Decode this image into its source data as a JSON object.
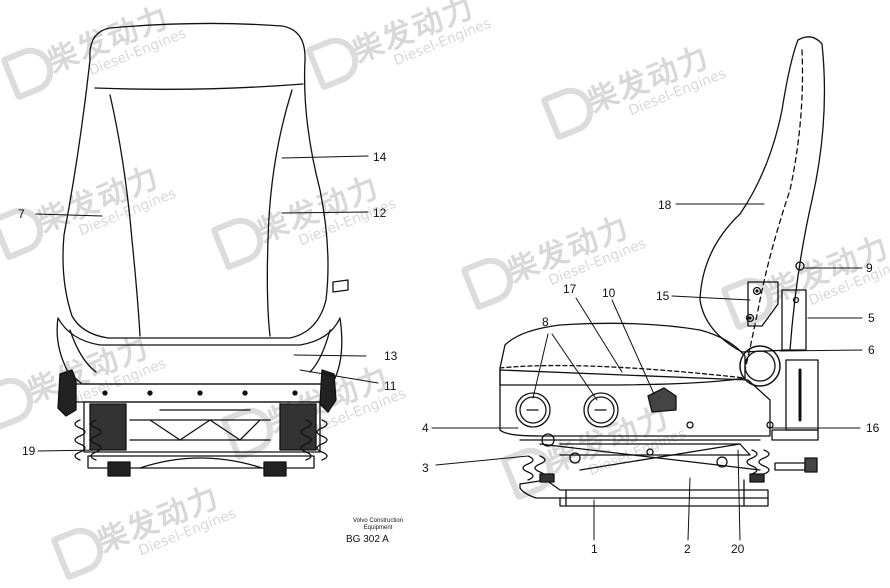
{
  "watermark": {
    "chinese": "柴发动力",
    "english": "Diesel-Engines"
  },
  "caption": {
    "line1": "Volvo Construction",
    "line2": "Equipment",
    "reference": "BG 302 A"
  },
  "callouts": {
    "c1": "1",
    "c2": "2",
    "c3": "3",
    "c4": "4",
    "c5": "5",
    "c6": "6",
    "c7": "7",
    "c8": "8",
    "c9": "9",
    "c10": "10",
    "c11": "11",
    "c12": "12",
    "c13": "13",
    "c14": "14",
    "c15": "15",
    "c16": "16",
    "c17": "17",
    "c18": "18",
    "c19": "19",
    "c20": "20"
  }
}
